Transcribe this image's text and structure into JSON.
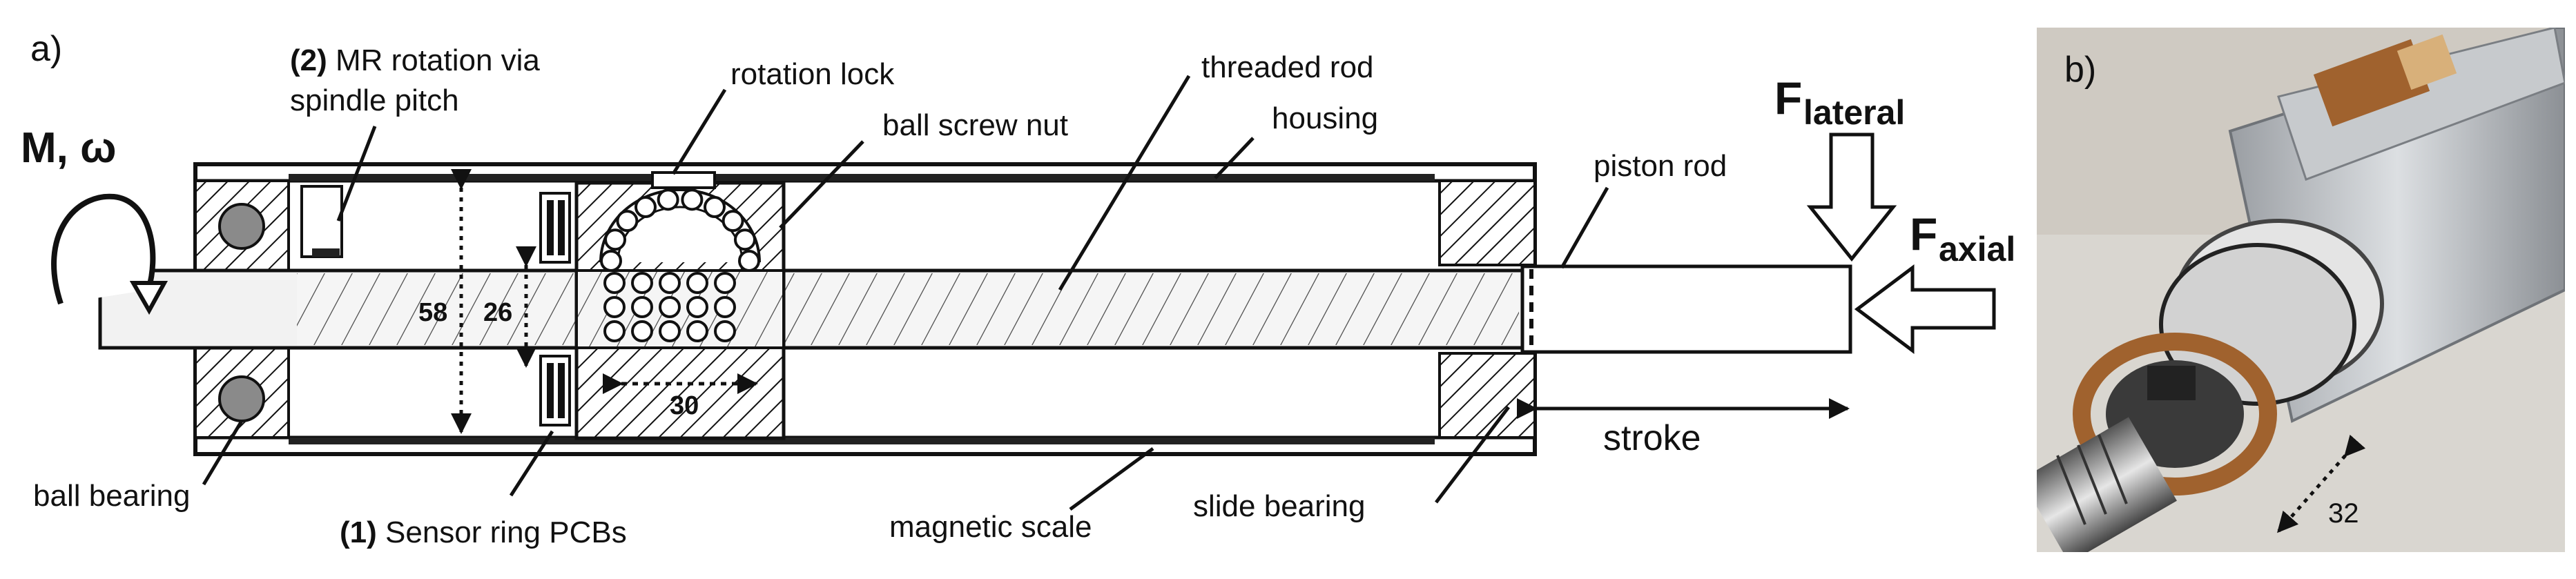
{
  "panel_a": {
    "tag": "a)",
    "moment_label": "M, ω",
    "mr_rotation": {
      "num": "(2)",
      "line1": " MR rotation via",
      "line2": "spindle pitch"
    },
    "rotation_lock": "rotation lock",
    "ball_screw_nut": "ball screw nut",
    "threaded_rod": "threaded rod",
    "housing": "housing",
    "piston_rod": "piston rod",
    "f_lateral": {
      "base": "F",
      "sub": "lateral"
    },
    "f_axial": {
      "base": "F",
      "sub": "axial"
    },
    "stroke": "stroke",
    "ball_bearing": "ball bearing",
    "sensor_ring": {
      "num": "(1)",
      "text": " Sensor ring PCBs"
    },
    "magnetic_scale": "magnetic scale",
    "slide_bearing": "slide bearing",
    "dims": {
      "outer": "58",
      "inner": "26",
      "nut": "30"
    }
  },
  "panel_b": {
    "tag": "b)",
    "dim": "32"
  },
  "colors": {
    "line": "#111111",
    "bearing_ball": "#8a8a8a",
    "rod_fill": "#f2f2f2",
    "photo_bg": "#d9d6d0",
    "aluminum": "#b9bcc0",
    "pcb": "#a0622e"
  }
}
